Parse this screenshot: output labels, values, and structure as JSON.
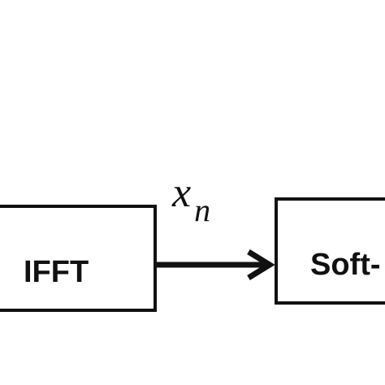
{
  "diagram": {
    "blocks": [
      {
        "id": "ifft",
        "label": "IFFT"
      },
      {
        "id": "soft",
        "label": "Soft-"
      }
    ],
    "signal": {
      "symbol": "x",
      "subscript": "n"
    },
    "colors": {
      "stroke": "#111111",
      "background": "#ffffff"
    }
  }
}
